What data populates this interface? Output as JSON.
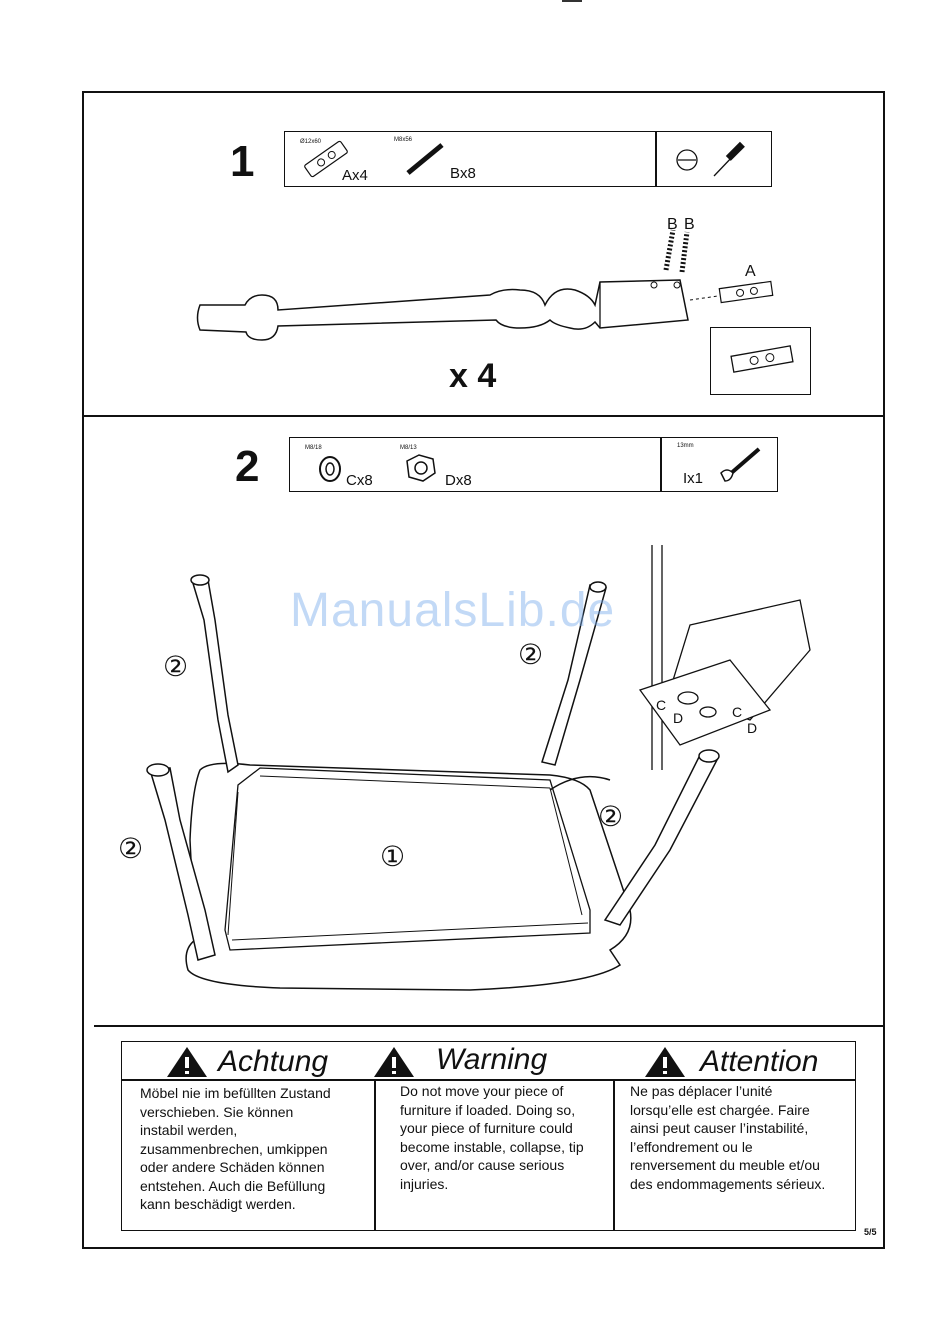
{
  "step1": {
    "number": "1",
    "parts": [
      {
        "spec": "Ø12x60",
        "label": "Ax4"
      },
      {
        "spec": "M8x56",
        "label": "Bx8"
      }
    ],
    "multiplier": "x 4",
    "callouts": [
      "B",
      "B",
      "A"
    ]
  },
  "step2": {
    "number": "2",
    "parts": [
      {
        "spec": "M8/18",
        "label": "Cx8"
      },
      {
        "spec": "M8/13",
        "label": "Dx8"
      },
      {
        "spec": "13mm",
        "label": "Ix1"
      }
    ],
    "leg_callout": "②",
    "table_callout": "①",
    "detail_callouts": [
      "C",
      "D",
      "C",
      "D"
    ]
  },
  "watermark": "ManualsLib.de",
  "warnings": [
    {
      "heading": "Achtung",
      "text": "Möbel nie im befüllten Zustand\nverschieben. Sie können\ninstabil werden,\nzusammenbrechen, umkippen\noder andere Schäden können\nentstehen. Auch die Befüllung\nkann beschädigt werden."
    },
    {
      "heading": "Warning",
      "text": "Do not move your piece of\nfurniture if loaded. Doing so,\nyour piece of furniture could\nbecome instable, collapse, tip\nover, and/or cause serious\ninjuries."
    },
    {
      "heading": "Attention",
      "text": "Ne pas déplacer l’unité\nlorsqu’elle est chargée. Faire\nainsi peut causer l’instabilité,\nl’effondrement ou le\nrenversement du meuble et/ou\ndes endommagements sérieux."
    }
  ],
  "page_number": "5/5"
}
